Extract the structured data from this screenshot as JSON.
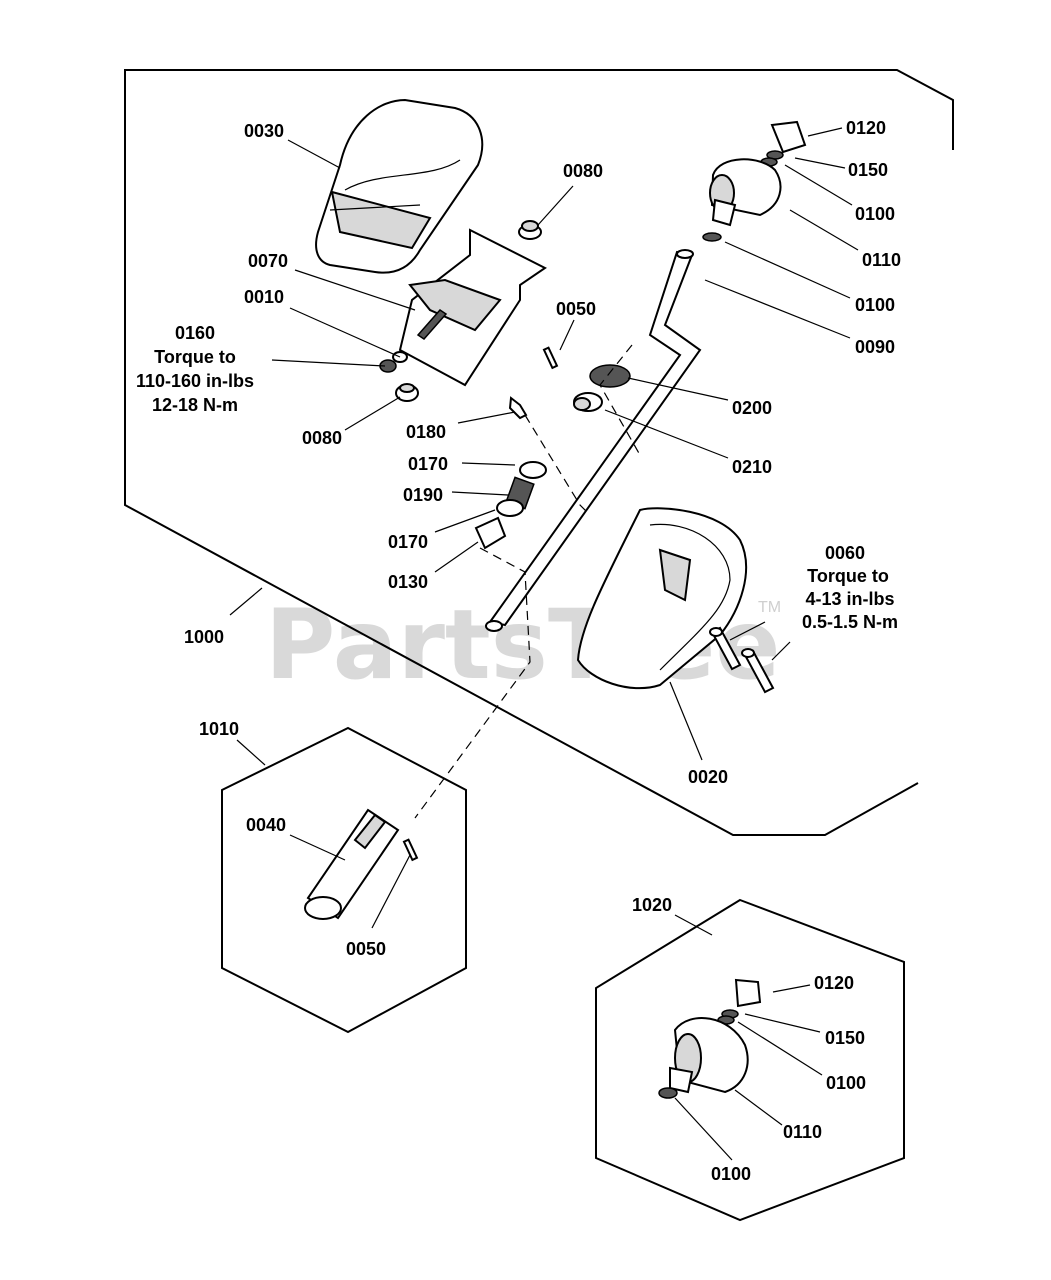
{
  "watermark": {
    "text": "PartsTree",
    "trademark": "TM"
  },
  "callouts": {
    "c0030": "0030",
    "c0080_top": "0080",
    "c0070": "0070",
    "c0010": "0010",
    "c0160": "0160",
    "c0160_torque": "Torque to",
    "c0160_range1": "110-160 in-lbs",
    "c0160_range2": "12-18 N-m",
    "c0080_bottom": "0080",
    "c0050_main": "0050",
    "c0180": "0180",
    "c0170_top": "0170",
    "c0190": "0190",
    "c0170_bottom": "0170",
    "c0130": "0130",
    "c0120_main": "0120",
    "c0150_main": "0150",
    "c0100_main_a": "0100",
    "c0110_main": "0110",
    "c0100_main_b": "0100",
    "c0090": "0090",
    "c0200": "0200",
    "c0210": "0210",
    "c0060": "0060",
    "c0060_torque": "Torque to",
    "c0060_range1": "4-13 in-lbs",
    "c0060_range2": "0.5-1.5 N-m",
    "c0020": "0020",
    "c1000": "1000",
    "c1010": "1010",
    "c0040": "0040",
    "c0050_kit": "0050",
    "c1020": "1020",
    "c0120_kit": "0120",
    "c0150_kit": "0150",
    "c0100_kit_a": "0100",
    "c0110_kit": "0110",
    "c0100_kit_b": "0100"
  }
}
